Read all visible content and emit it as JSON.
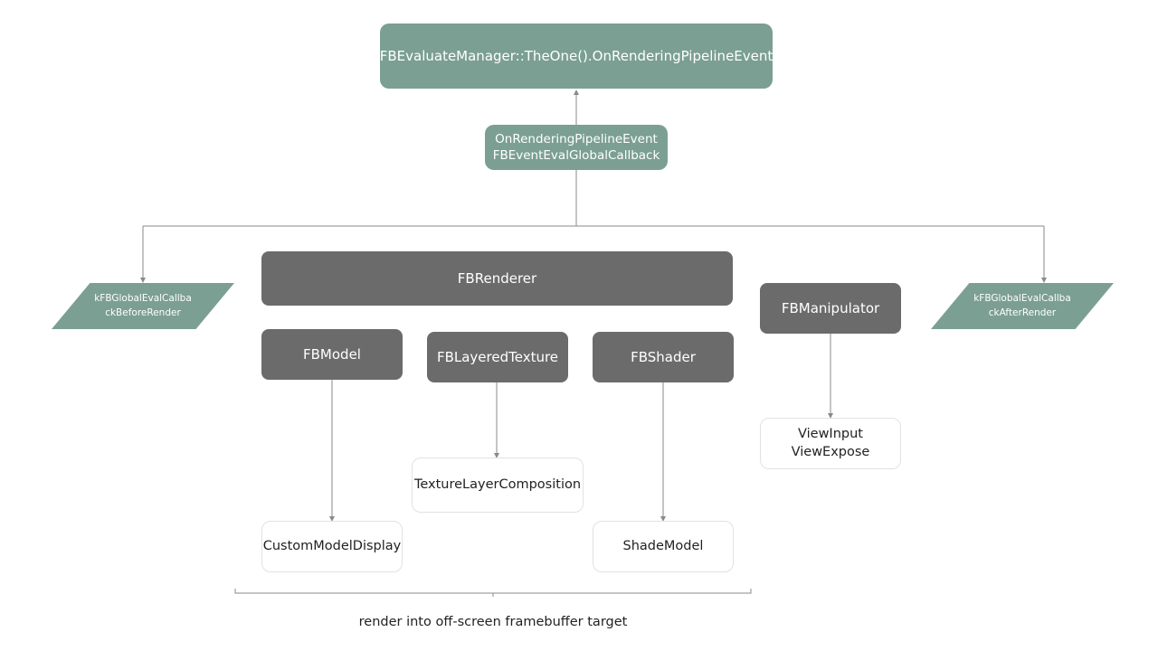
{
  "diagram": {
    "top_node": "FBEvaluateManager::TheOne().OnRenderingPipelineEvent",
    "event_node": {
      "line1": "OnRenderingPipelineEvent",
      "line2": "FBEventEvalGlobalCallback"
    },
    "before_render": {
      "line1": "kFBGlobalEvalCallba",
      "line2": "ckBeforeRender"
    },
    "after_render": {
      "line1": "kFBGlobalEvalCallba",
      "line2": "ckAfterRender"
    },
    "renderer": "FBRenderer",
    "model": "FBModel",
    "layered_texture": "FBLayeredTexture",
    "shader": "FBShader",
    "manipulator": "FBManipulator",
    "custom_model_display": "CustomModelDisplay",
    "texture_layer_composition": "TextureLayerComposition",
    "shade_model": "ShadeModel",
    "view": {
      "line1": "ViewInput",
      "line2": "ViewExpose"
    },
    "caption": "render into off-screen framebuffer target"
  },
  "colors": {
    "green_node": "#7b9f93",
    "gray_node": "#6b6b6b",
    "edge": "#8a8a8a"
  }
}
